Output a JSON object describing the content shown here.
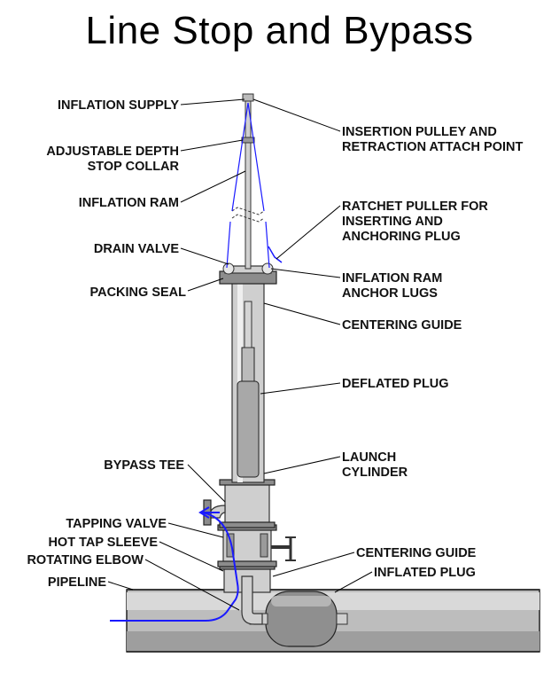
{
  "title": "Line Stop and Bypass",
  "labels": {
    "inflation_supply": "INFLATION SUPPLY",
    "adjustable_depth_1": "ADJUSTABLE DEPTH",
    "adjustable_depth_2": "STOP COLLAR",
    "inflation_ram": "INFLATION RAM",
    "drain_valve": "DRAIN VALVE",
    "packing_seal": "PACKING SEAL",
    "bypass_tee": "BYPASS TEE",
    "tapping_valve": "TAPPING VALVE",
    "hot_tap_sleeve": "HOT TAP SLEEVE",
    "rotating_elbow": "ROTATING ELBOW",
    "pipeline": "PIPELINE",
    "insertion_pulley_1": "INSERTION PULLEY AND",
    "insertion_pulley_2": "RETRACTION ATTACH POINT",
    "ratchet_puller_1": "RATCHET PULLER FOR",
    "ratchet_puller_2": "INSERTING AND",
    "ratchet_puller_3": "ANCHORING PLUG",
    "anchor_lugs_1": "INFLATION RAM",
    "anchor_lugs_2": "ANCHOR LUGS",
    "centering_guide_top": "CENTERING GUIDE",
    "deflated_plug": "DEFLATED PLUG",
    "launch_cylinder_1": "LAUNCH",
    "launch_cylinder_2": "CYLINDER",
    "centering_guide_bottom": "CENTERING GUIDE",
    "inflated_plug": "INFLATED PLUG"
  },
  "colors": {
    "flow_line": "#1a1aff",
    "ink": "#000000",
    "metal": "#cfcfcf"
  }
}
